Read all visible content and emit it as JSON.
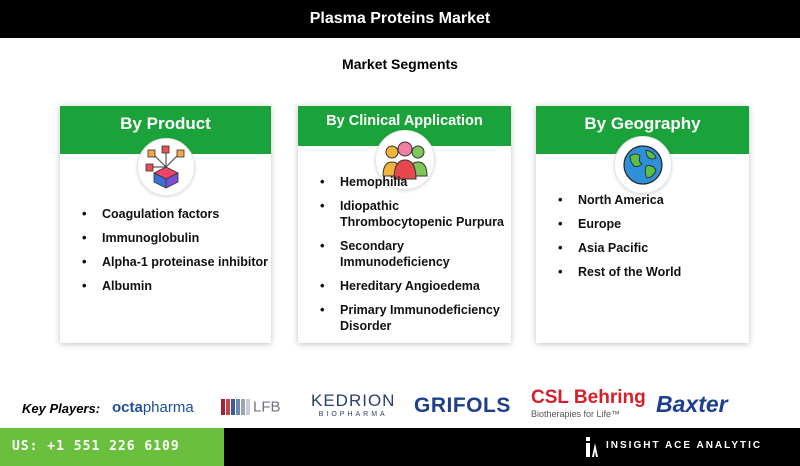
{
  "header": {
    "title": "Plasma Proteins Market"
  },
  "subtitle": "Market Segments",
  "segments": [
    {
      "title": "By Product",
      "icon": "product-cube-icon",
      "items": [
        "Coagulation factors",
        "Immunoglobulin",
        "Alpha-1 proteinase inhibitor",
        "Albumin"
      ]
    },
    {
      "title": "By Clinical Application",
      "icon": "people-group-icon",
      "items": [
        "Hemophilia",
        "Idiopathic Thrombocytopenic Purpura",
        "Secondary Immunodeficiency",
        "Hereditary Angioedema",
        "Primary Immunodeficiency Disorder"
      ]
    },
    {
      "title": "By Geography",
      "icon": "globe-icon",
      "items": [
        "North America",
        "Europe",
        "Asia Pacific",
        "Rest of the World"
      ]
    }
  ],
  "key_players": {
    "label": "Key Players:",
    "logos": {
      "octapharma": {
        "part1": "octa",
        "part2": "pharma"
      },
      "lfb": "LFB",
      "kedrion": {
        "name": "KEDRION",
        "sub": "BIOPHARMA"
      },
      "grifols": "GRIFOLS",
      "csl": {
        "name": "CSL Behring",
        "tagline": "Biotherapies for Life™"
      },
      "baxter": "Baxter"
    }
  },
  "footer": {
    "phone": "US: +1 551 226 6109",
    "brand": "INSIGHT ACE ANALYTIC"
  },
  "colors": {
    "header_bg": "#000000",
    "accent_green": "#1aa33a",
    "phone_green": "#6abf3f"
  }
}
